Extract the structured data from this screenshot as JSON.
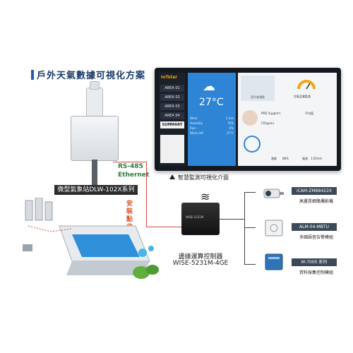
{
  "title": "戶外天氣數據可視化方案",
  "station": {
    "label": "微型氣象站DLW-102X系列",
    "rs485": "RS-485",
    "ethernet": "Ethernet",
    "install_site": "安裝點位"
  },
  "dashboard": {
    "logo": "IoTstar",
    "areas": [
      "AREA 01",
      "AREA 02",
      "AREA 03",
      "AREA 04"
    ],
    "summary": "SUMMARY",
    "temperature": "27°C",
    "rows": [
      {
        "label": "Wind",
        "value": "3 m/s"
      },
      {
        "label": "Humidity",
        "value": "70%"
      },
      {
        "label": "Rain",
        "value": "0%"
      },
      {
        "label": "Wind chill",
        "value": "27°C"
      }
    ],
    "map_label": "室外感測點",
    "gauge_label": "空氣品質監測",
    "pm25": "PM2.5(μg/m³)",
    "co": "CO(ppm)",
    "avg_label": "平均值",
    "humidity_label": "濕度",
    "humidity_value": "88%",
    "wind_label": "風速",
    "wind_value": "3.05m/s",
    "caption": "智慧監測可視化介面"
  },
  "controller": {
    "name": "邊緣運算控制器",
    "model": "WISE-5231M-4GE",
    "device_label": "WISE-5231M"
  },
  "devices": [
    {
      "tag": "iCAM-ZMB8422X",
      "desc": "高畫質網路攝影機"
    },
    {
      "tag": "ALM-04-MBTU",
      "desc": "多國語音告警模組"
    },
    {
      "tag": "M-7000 系列",
      "desc": "資料採集控制模組"
    }
  ],
  "colors": {
    "title": "#1a3a6b",
    "accent_line": "#d9473a",
    "link_green": "#2f7d3b",
    "install_orange": "#e0552b",
    "dashboard_blue": "#2e85d6"
  }
}
